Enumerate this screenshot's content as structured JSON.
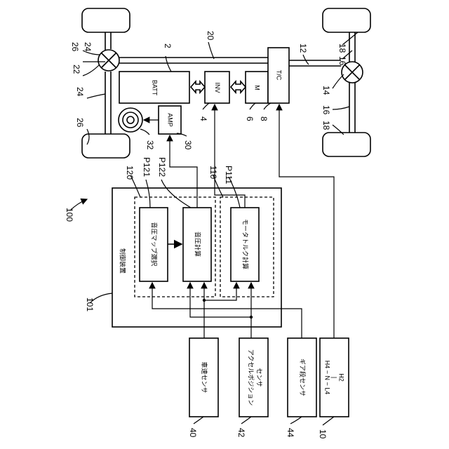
{
  "refs": {
    "r2": "2",
    "r4": "4",
    "r6": "6",
    "r8": "8",
    "r10": "10",
    "r12": "12",
    "r14": "14",
    "r16a": "16",
    "r16b": "16",
    "r18a": "18",
    "r18b": "18",
    "r20": "20",
    "r22": "22",
    "r24a": "24",
    "r24b": "24",
    "r26a": "26",
    "r26b": "26",
    "r30": "30",
    "r32": "32",
    "r40": "40",
    "r42": "42",
    "r44": "44",
    "r100": "100",
    "r101": "101",
    "r110": "110",
    "r120": "120",
    "p111": "P111",
    "p121": "P121",
    "p122": "P122"
  },
  "components": {
    "batt": "BATT",
    "inv": "INV",
    "motor": "M",
    "tc": "T/C",
    "amp": "AMP"
  },
  "controller": {
    "title": "制御装置",
    "sound_map_select": "音圧マップ選択",
    "sound_calc": "音圧計算",
    "torque_calc": "モータトルク計算"
  },
  "sensors": {
    "speed": "車速センサ",
    "accel_line1": "アクセルポジション",
    "accel_line2": "センサ",
    "gear": "ギア段センサ",
    "mode_line1": "H4 − N − L4",
    "mode_line2": "|",
    "mode_line3": "H2"
  }
}
